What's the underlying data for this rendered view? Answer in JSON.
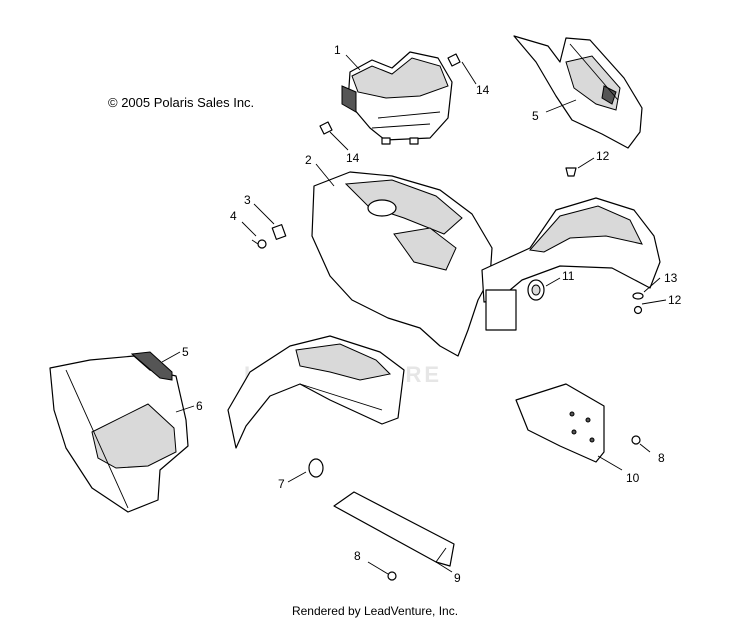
{
  "copyright": "© 2005 Polaris Sales Inc.",
  "rendered_by": "Rendered by LeadVenture, Inc.",
  "watermark": "LEADVENTURE",
  "callouts": [
    {
      "id": "c1",
      "label": "1"
    },
    {
      "id": "c2",
      "label": "2"
    },
    {
      "id": "c3",
      "label": "3"
    },
    {
      "id": "c4",
      "label": "4"
    },
    {
      "id": "c5a",
      "label": "5"
    },
    {
      "id": "c5b",
      "label": "5"
    },
    {
      "id": "c6",
      "label": "6"
    },
    {
      "id": "c7",
      "label": "7"
    },
    {
      "id": "c8a",
      "label": "8"
    },
    {
      "id": "c8b",
      "label": "8"
    },
    {
      "id": "c9",
      "label": "9"
    },
    {
      "id": "c10",
      "label": "10"
    },
    {
      "id": "c11",
      "label": "11"
    },
    {
      "id": "c12a",
      "label": "12"
    },
    {
      "id": "c12b",
      "label": "12"
    },
    {
      "id": "c13",
      "label": "13"
    },
    {
      "id": "c14a",
      "label": "14"
    },
    {
      "id": "c14b",
      "label": "14"
    }
  ]
}
